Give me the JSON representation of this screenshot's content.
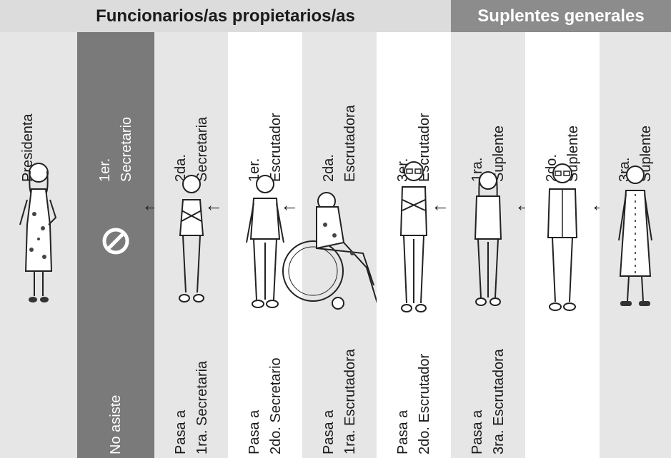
{
  "headers": {
    "owners": "Funcionarios/as propietarios/as",
    "substitutes": "Suplentes generales"
  },
  "roles": [
    {
      "line1": "Presidenta",
      "line2": ""
    },
    {
      "line1": "1er.",
      "line2": "Secretario"
    },
    {
      "line1": "2da.",
      "line2": "Secretaria"
    },
    {
      "line1": "1er.",
      "line2": "Escrutador"
    },
    {
      "line1": "2da.",
      "line2": "Escrutadora"
    },
    {
      "line1": "3er.",
      "line2": "Escrutador"
    },
    {
      "line1": "1ra.",
      "line2": "Suplente"
    },
    {
      "line1": "2do.",
      "line2": "Suplente"
    },
    {
      "line1": "3ra.",
      "line2": "Suplente"
    }
  ],
  "moves": [
    {
      "line1": "No asiste",
      "line2": ""
    },
    {
      "line1": "Pasa a",
      "line2": "1ra. Secretaria"
    },
    {
      "line1": "Pasa a",
      "line2": "2do. Secretario"
    },
    {
      "line1": "Pasa a",
      "line2": "1ra. Escrutadora"
    },
    {
      "line1": "Pasa a",
      "line2": "2do. Escrutador"
    },
    {
      "line1": "Pasa a",
      "line2": "3ra. Escrutadora"
    }
  ],
  "arrow_symbol": "←",
  "absent_icon": "prohibited-icon",
  "colors": {
    "light_band": "#e6e6e6",
    "absent_band": "#7a7a7a",
    "header_owners": "#dcdcdc",
    "header_substitutes": "#8c8c8c"
  }
}
